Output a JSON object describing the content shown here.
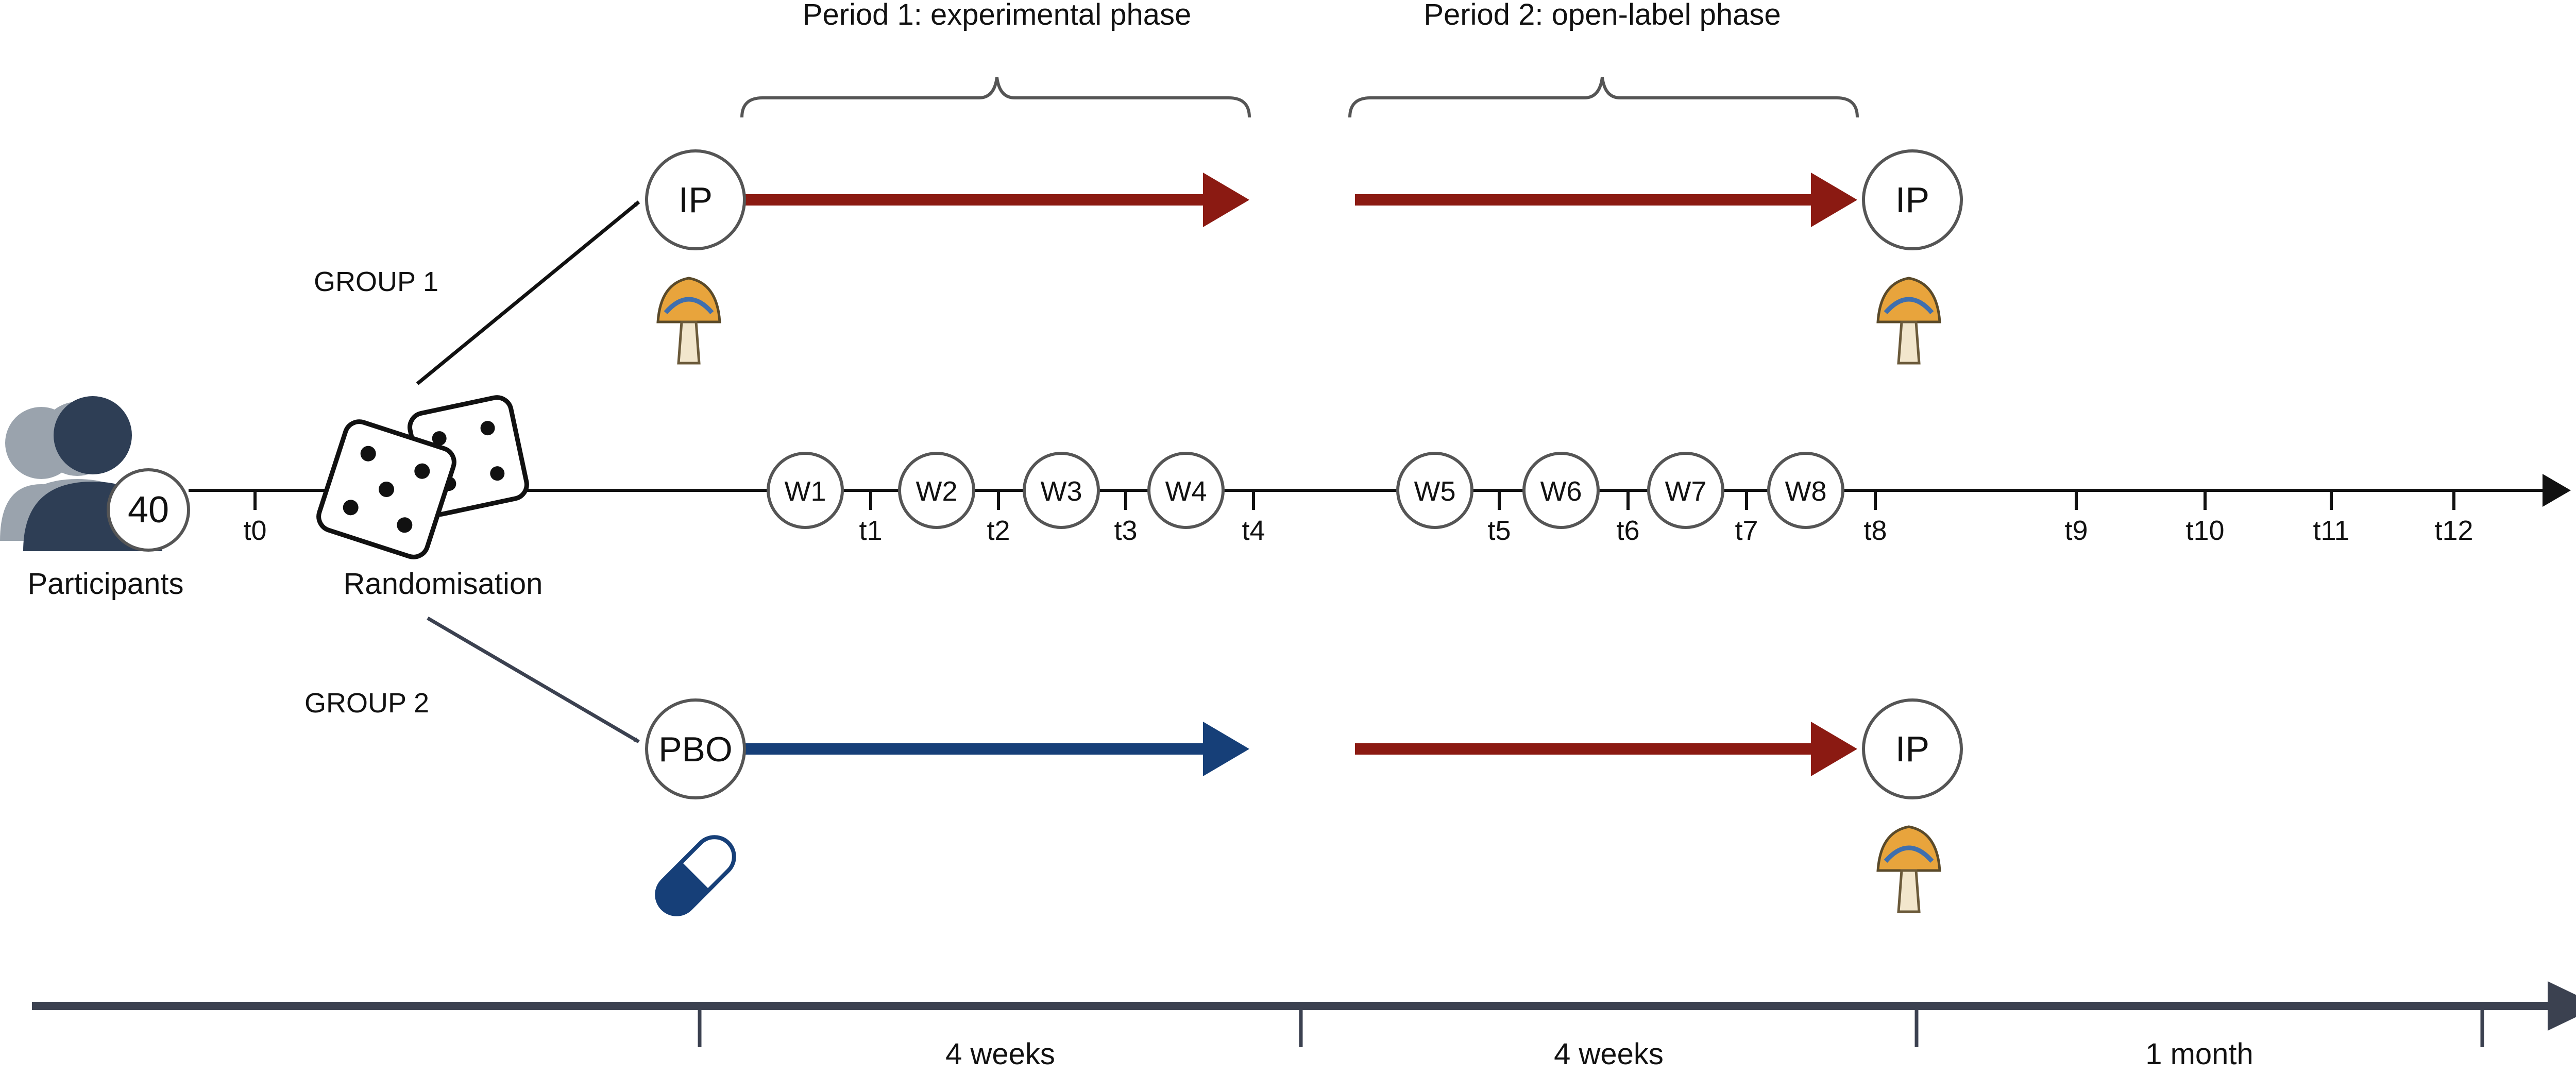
{
  "periods": {
    "period1": "Period 1: experimental phase",
    "period2": "Period 2: open-label phase"
  },
  "participants": {
    "count": "40",
    "label": "Participants"
  },
  "randomisation": "Randomisation",
  "groups": {
    "group1": "GROUP 1",
    "group2": "GROUP 2"
  },
  "nodes": {
    "g1_start": "IP",
    "g1_end": "IP",
    "g2_start": "PBO",
    "g2_end": "IP"
  },
  "weeks": [
    "W1",
    "W2",
    "W3",
    "W4",
    "W5",
    "W6",
    "W7",
    "W8"
  ],
  "timepoints": [
    "t0",
    "t1",
    "t2",
    "t3",
    "t4",
    "t5",
    "t6",
    "t7",
    "t8",
    "t9",
    "t10",
    "t11",
    "t12"
  ],
  "durations": [
    "4 weeks",
    "4 weeks",
    "1 month"
  ],
  "colors": {
    "ip_arrow": "#8b1a12",
    "pbo_arrow": "#163f78",
    "axis": "#3b4150",
    "people": "#2e3e55",
    "people_back": "#9aa3ad"
  },
  "icons": {
    "participants": "people-icon",
    "randomisation": "dice-icon",
    "ip": "mushroom-icon",
    "pbo": "capsule-icon"
  }
}
